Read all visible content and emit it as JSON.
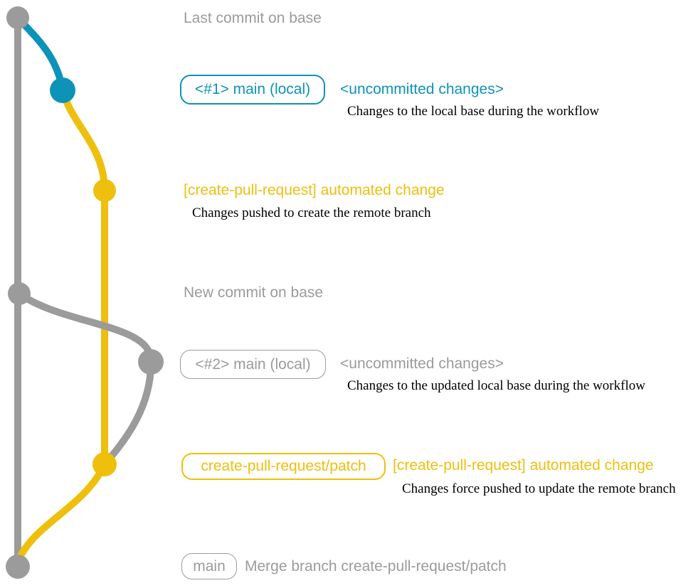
{
  "colors": {
    "gray": "#9b9b9b",
    "blue": "#0d93b8",
    "yellow": "#eebf0d",
    "desc_black": "#000000"
  },
  "rows": {
    "last_commit": {
      "text": "Last commit on base"
    },
    "row1": {
      "pill": "<#1> main (local)",
      "message": "<uncommitted changes>",
      "description": "Changes to the local base during the workflow"
    },
    "row2": {
      "message": "[create-pull-request] automated change",
      "description": "Changes pushed to create the remote branch"
    },
    "new_commit": {
      "text": "New commit on base"
    },
    "row3": {
      "pill": "<#2> main (local)",
      "message": "<uncommitted changes>",
      "description": "Changes to the updated local base during the workflow"
    },
    "row4": {
      "pill": "create-pull-request/patch",
      "message": "[create-pull-request] automated change",
      "description": "Changes force pushed to update the remote branch"
    },
    "row5": {
      "pill": "main",
      "message": "Merge branch create-pull-request/patch"
    }
  }
}
